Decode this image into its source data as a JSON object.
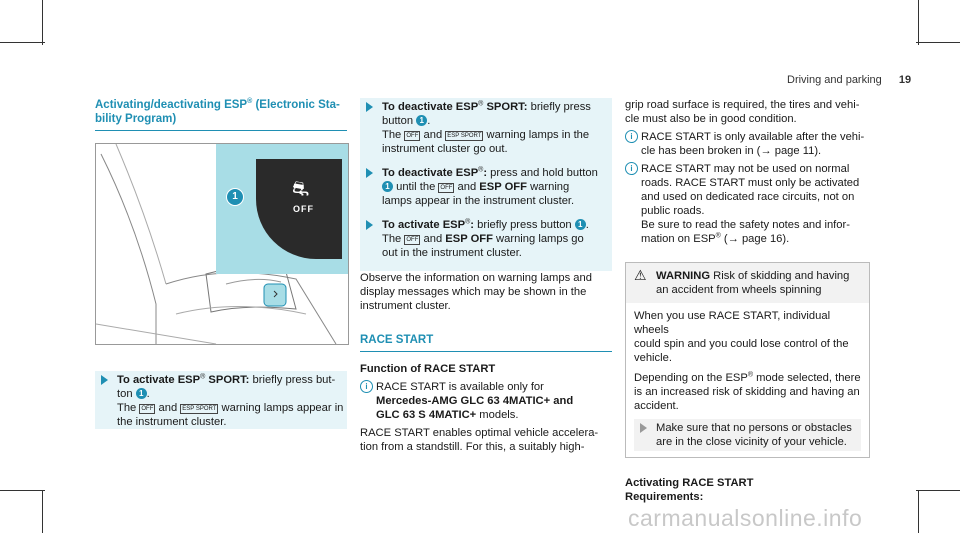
{
  "header": {
    "section": "Driving and parking",
    "page_number": "19"
  },
  "left": {
    "title": "Activating/deactivating ESP® (Electronic Stability Program)",
    "title_line1": "Activating/deactivating ESP",
    "title_sup": "®",
    "title_line1b": " (Electronic Sta-",
    "title_line2": "bility Program)",
    "figure": {
      "callout": "1",
      "button_text": "OFF"
    },
    "step1": {
      "lead": "To activate ESP",
      "sup": "®",
      "lead2": " SPORT:",
      "text1": " briefly press but-",
      "text2": "ton ",
      "num": "1",
      "text3": ".",
      "text4": "The ",
      "lamp1": "OFF",
      "text5": " and ",
      "lamp2": "ESP SPORT",
      "text6": " warning lamps appear in",
      "text7": "the instrument cluster."
    }
  },
  "middle": {
    "step1": {
      "lead": "To deactivate ESP",
      "sup": "®",
      "lead2": " SPORT:",
      "t1": " briefly press",
      "t2": "button ",
      "num": "1",
      "t3": ".",
      "t4": "The ",
      "lamp1": "OFF",
      "t5": " and ",
      "lamp2": "ESP SPORT",
      "t6": " warning lamps in the",
      "t7": "instrument cluster go out."
    },
    "step2": {
      "lead": "To deactivate ESP",
      "sup": "®",
      "lead2": ":",
      "t1": " press and hold button",
      "num": "1",
      "t2": " until the ",
      "lamp1": "OFF",
      "t3": " and ",
      "bold": "ESP OFF",
      "t4": " warning",
      "t5": "lamps appear in the instrument cluster."
    },
    "step3": {
      "lead": "To activate ESP",
      "sup": "®",
      "lead2": ":",
      "t1": " briefly press button ",
      "num": "1",
      "t2": ".",
      "t3": "The ",
      "lamp1": "OFF",
      "t4": " and ",
      "bold": "ESP OFF",
      "t5": " warning lamps go",
      "t6": "out in the instrument cluster."
    },
    "observe": [
      "Observe the information on warning lamps and",
      "display messages which may be shown in the",
      "instrument cluster."
    ],
    "race_title": "RACE START",
    "function_title": "Function of RACE START",
    "info1": [
      "RACE START is available only for",
      "Mercedes-AMG GLC 63 4MATIC+ and",
      "GLC 63 S 4MATIC+",
      " models."
    ],
    "para": [
      "RACE START enables optimal vehicle accelera-",
      "tion from a standstill. For this, a suitably high-"
    ]
  },
  "right": {
    "para": [
      "grip road surface is required, the tires and vehi-",
      "cle must also be in good condition."
    ],
    "info1": [
      "RACE START is only available after the vehi-",
      "cle has been broken in (",
      "→",
      " page 11)."
    ],
    "info2": [
      "RACE START may not be used on normal",
      "roads. RACE START must only be activated",
      "and used on dedicated race circuits, not on",
      "public roads.",
      "Be sure to read the safety notes and infor-",
      "mation on ESP",
      "®",
      " (",
      "→",
      " page 16)."
    ],
    "warning": {
      "title": "WARNING",
      "head_text": " Risk of skidding and having",
      "head_text2": "an accident from wheels spinning",
      "p1": [
        "When you use RACE START, individual wheels",
        "could spin and you could lose control of the",
        "vehicle."
      ],
      "p2": [
        "Depending on the ESP",
        "®",
        " mode selected, there",
        "is an increased risk of skidding and having an",
        "accident."
      ],
      "step": [
        "Make sure that no persons or obstacles",
        "are in the close vicinity of your vehicle."
      ]
    },
    "activating_title": "Activating RACE START",
    "requirements": "Requirements:"
  },
  "watermark": "carmanualsonline.info",
  "colors": {
    "accent": "#1f8fb3",
    "step_bg": "#e6f4f8",
    "figure_bg": "#a8dde6"
  }
}
